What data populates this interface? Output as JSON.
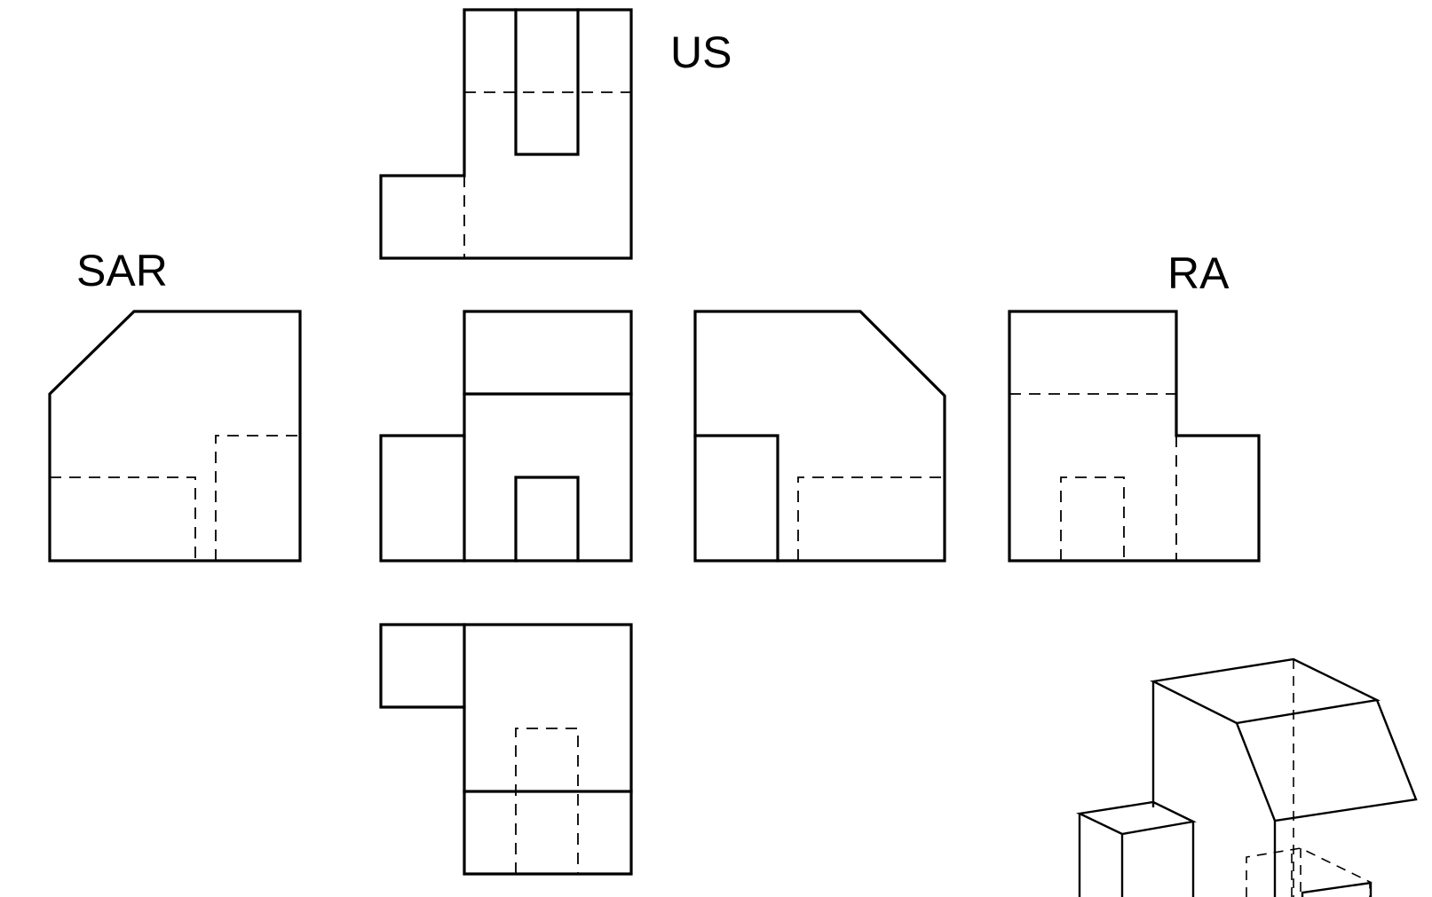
{
  "labels": {
    "top_view": "US",
    "left_view": "SAR",
    "right_view": "RA"
  },
  "colors": {
    "line": "#000000",
    "background": "#ffffff"
  }
}
